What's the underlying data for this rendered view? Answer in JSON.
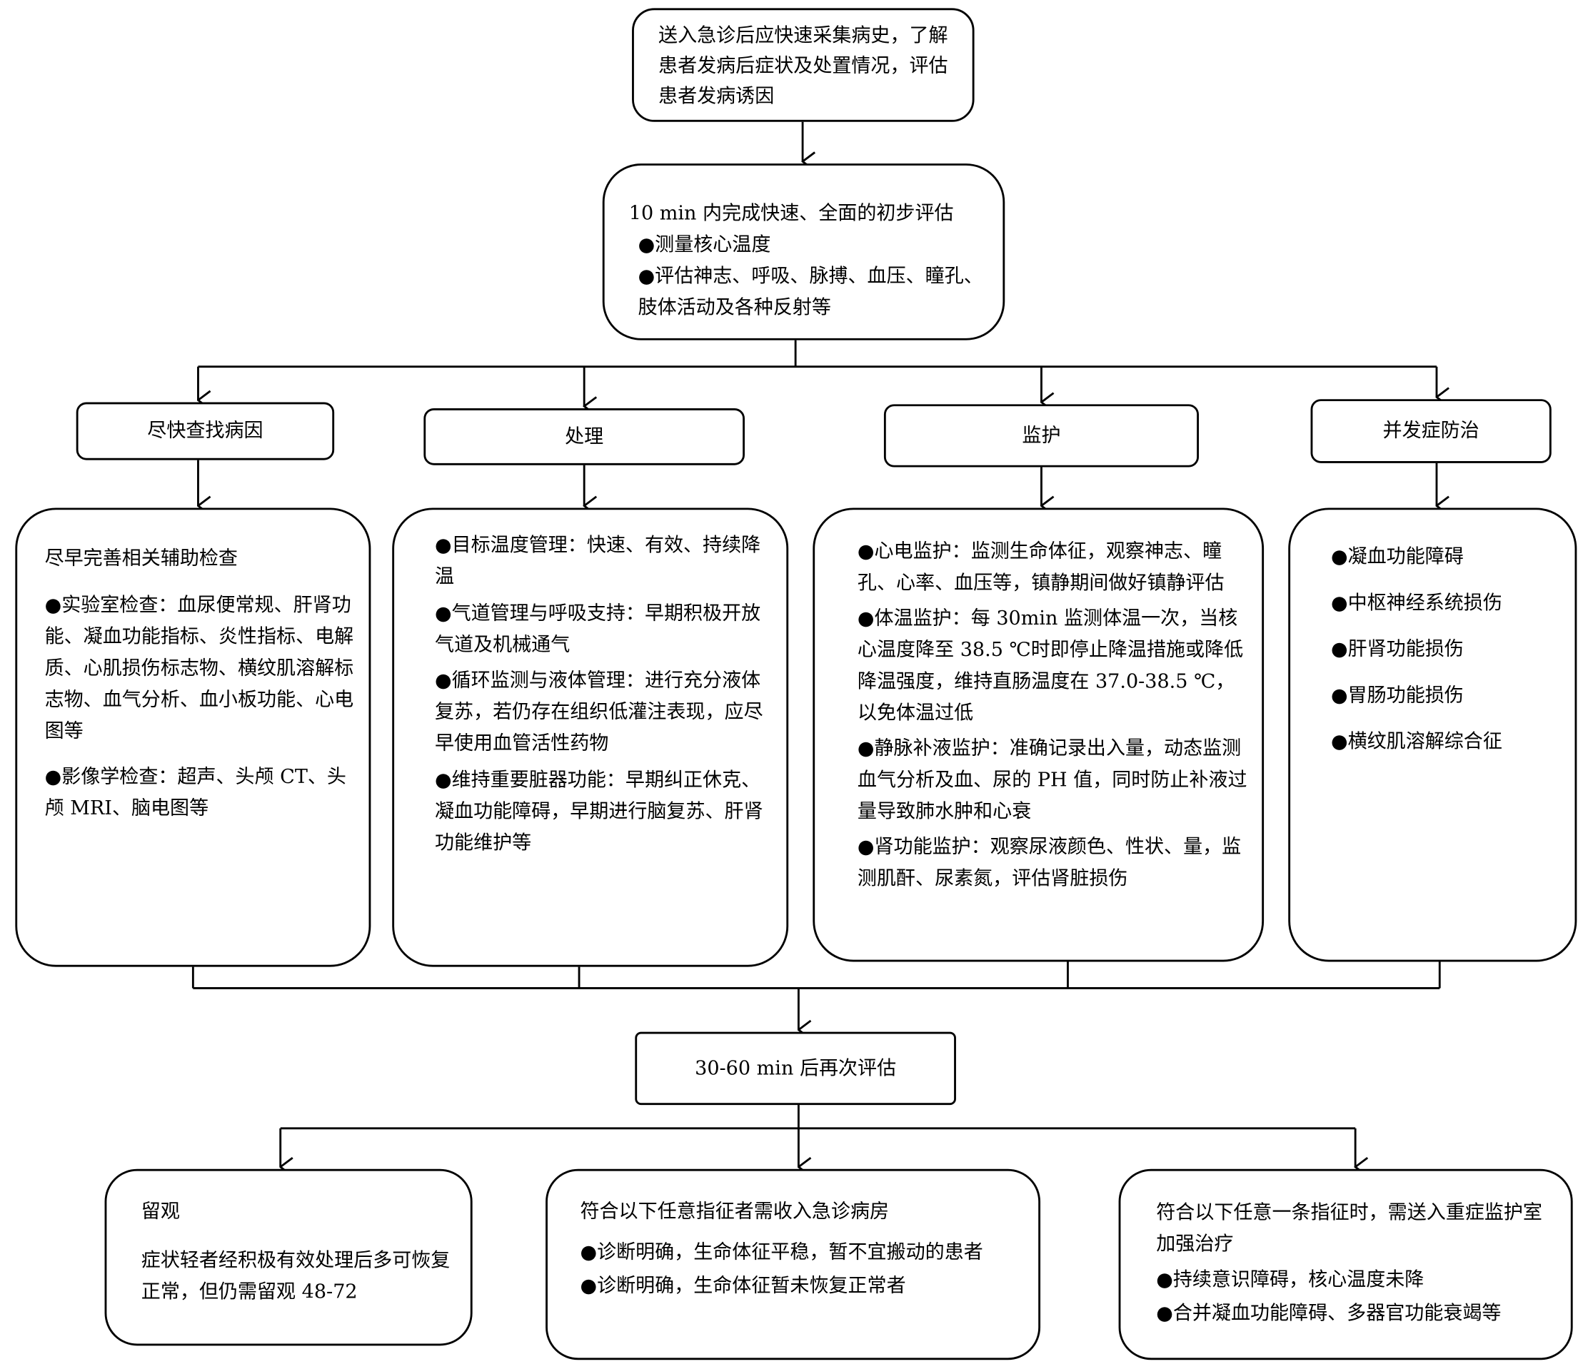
{
  "nodes": {
    "intake": "送入急诊后应快速采集病史，了解患者发病后症状及处置情况，评估患者发病诱因",
    "initial": {
      "title": "10 min 内完成快速、全面的初步评估",
      "items": [
        "●测量核心温度",
        "●评估神志、呼吸、脉搏、血压、瞳孔、肢体活动及各种反射等"
      ]
    },
    "branches": [
      {
        "heading": "尽快查找病因",
        "lines": [
          "尽早完善相关辅助检查",
          "●实验室检查：血尿便常规、肝肾功能、凝血功能指标、炎性指标、电解质、心肌损伤标志物、横纹肌溶解标志物、血气分析、血小板功能、心电图等",
          "●影像学检查：超声、头颅 CT、头颅 MRI、脑电图等"
        ]
      },
      {
        "heading": "处理",
        "lines": [
          "●目标温度管理：快速、有效、持续降温",
          "●气道管理与呼吸支持：早期积极开放气道及机械通气",
          "●循环监测与液体管理：进行充分液体复苏，若仍存在组织低灌注表现，应尽早使用血管活性药物",
          "●维持重要脏器功能：早期纠正休克、凝血功能障碍，早期进行脑复苏、肝肾功能维护等"
        ]
      },
      {
        "heading": "监护",
        "lines": [
          "●心电监护：监测生命体征，观察神志、瞳孔、心率、血压等，镇静期间做好镇静评估",
          "●体温监护：每 30min 监测体温一次，当核心温度降至 38.5 ℃时即停止降温措施或降低降温强度，维持直肠温度在 37.0-38.5 ℃，以免体温过低",
          "●静脉补液监护：准确记录出入量，动态监测血气分析及血、尿的 PH 值，同时防止补液过量导致肺水肿和心衰",
          "●肾功能监护：观察尿液颜色、性状、量，监测肌酐、尿素氮，评估肾脏损伤"
        ]
      },
      {
        "heading": "并发症防治",
        "lines": [
          "●凝血功能障碍",
          "●中枢神经系统损伤",
          "●肝肾功能损伤",
          "●胃肠功能损伤",
          "●横纹肌溶解综合征"
        ]
      }
    ],
    "reevaluation": "30-60 min 后再次评估",
    "outcomes": [
      {
        "title": "留观",
        "lines": [
          "症状轻者经积极有效处理后多可恢复正常，但仍需留观 48-72"
        ]
      },
      {
        "title": "符合以下任意指征者需收入急诊病房",
        "lines": [
          "●诊断明确，生命体征平稳，暂不宜搬动的患者",
          "●诊断明确，生命体征暂未恢复正常者"
        ]
      },
      {
        "title": "符合以下任意一条指征时，需送入重症监护室加强治疗",
        "lines": [
          "●持续意识障碍，核心温度未降",
          "●合并凝血功能障碍、多器官功能衰竭等"
        ]
      }
    ]
  },
  "connectors": [
    {
      "from": "intake",
      "to": "initial"
    },
    {
      "from": "initial",
      "to": "branches"
    },
    {
      "from": "branches",
      "to": "reevaluation"
    },
    {
      "from": "reevaluation",
      "to": "outcomes"
    }
  ]
}
